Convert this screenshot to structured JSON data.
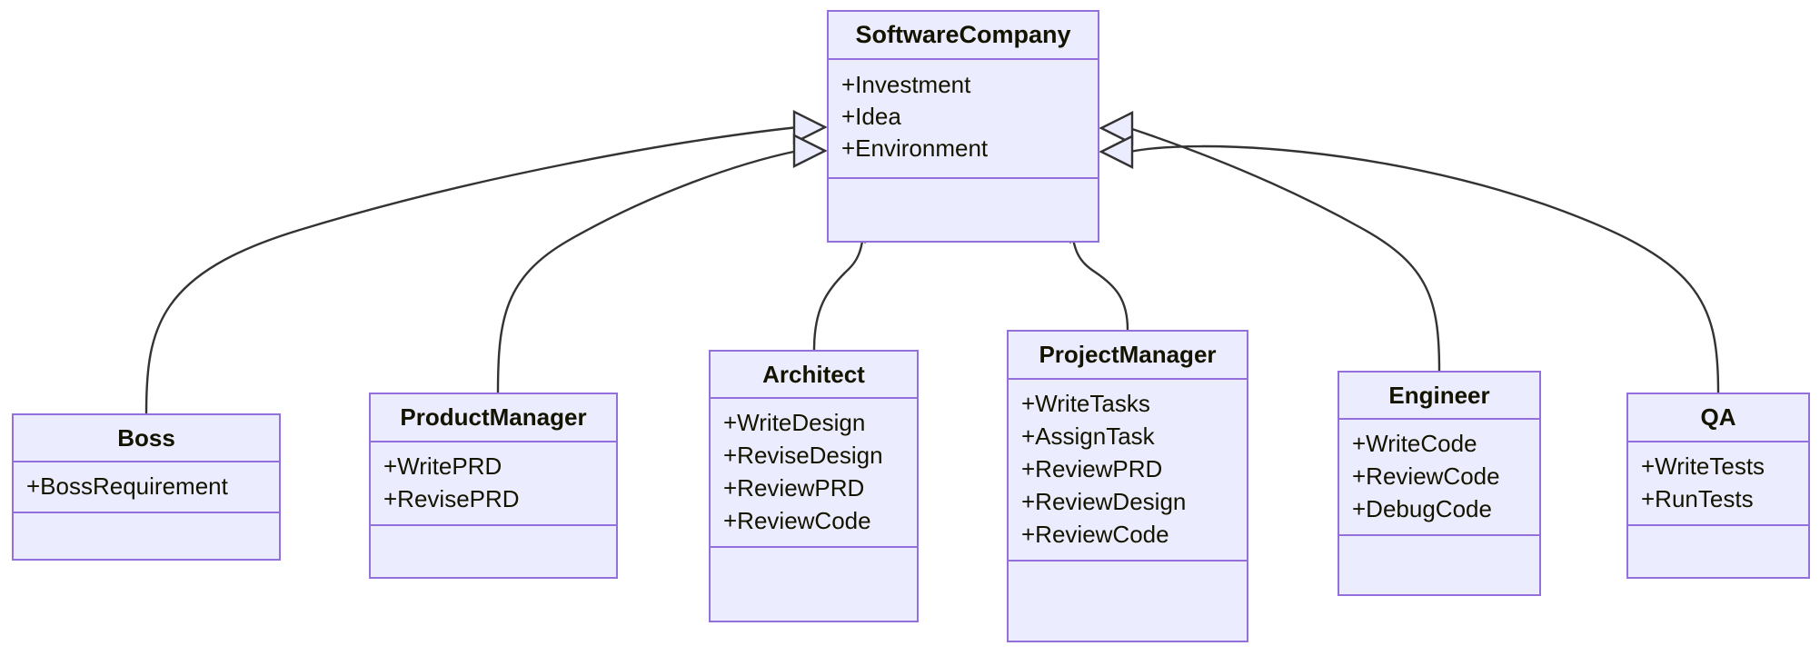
{
  "diagram": {
    "type": "uml-class-diagram",
    "relationship": "generalization",
    "colors": {
      "node_fill": "#ECECFF",
      "node_border": "#9370DB",
      "text": "#131300",
      "edge": "#333333",
      "arrowhead_fill": "#ECECFF",
      "background": "#FFFFFF"
    },
    "classes": [
      {
        "id": "softwarecompany",
        "name": "SoftwareCompany",
        "attributes": [
          "+Investment",
          "+Idea",
          "+Environment"
        ],
        "methods": []
      },
      {
        "id": "boss",
        "name": "Boss",
        "attributes": [
          "+BossRequirement"
        ],
        "methods": []
      },
      {
        "id": "productmanager",
        "name": "ProductManager",
        "attributes": [
          "+WritePRD",
          "+RevisePRD"
        ],
        "methods": []
      },
      {
        "id": "architect",
        "name": "Architect",
        "attributes": [
          "+WriteDesign",
          "+ReviseDesign",
          "+ReviewPRD",
          "+ReviewCode"
        ],
        "methods": []
      },
      {
        "id": "projectmanager",
        "name": "ProjectManager",
        "attributes": [
          "+WriteTasks",
          "+AssignTask",
          "+ReviewPRD",
          "+ReviewDesign",
          "+ReviewCode"
        ],
        "methods": []
      },
      {
        "id": "engineer",
        "name": "Engineer",
        "attributes": [
          "+WriteCode",
          "+ReviewCode",
          "+DebugCode"
        ],
        "methods": []
      },
      {
        "id": "qa",
        "name": "QA",
        "attributes": [
          "+WriteTests",
          "+RunTests"
        ],
        "methods": []
      }
    ],
    "edges": [
      {
        "from": "boss",
        "to": "softwarecompany",
        "kind": "inheritance"
      },
      {
        "from": "productmanager",
        "to": "softwarecompany",
        "kind": "inheritance"
      },
      {
        "from": "architect",
        "to": "softwarecompany",
        "kind": "inheritance"
      },
      {
        "from": "projectmanager",
        "to": "softwarecompany",
        "kind": "inheritance"
      },
      {
        "from": "engineer",
        "to": "softwarecompany",
        "kind": "inheritance"
      },
      {
        "from": "qa",
        "to": "softwarecompany",
        "kind": "inheritance"
      }
    ]
  }
}
